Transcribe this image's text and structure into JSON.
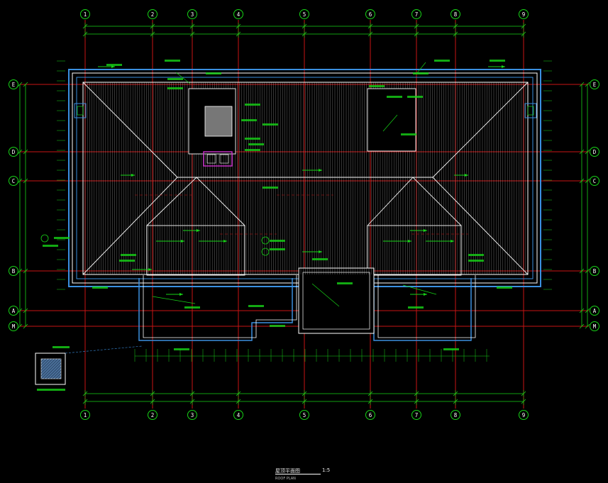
{
  "drawing": {
    "colors": {
      "background": "#000000",
      "grid_axis": "#c81414",
      "grid_bubble": "#17d317",
      "dimension": "#17d317",
      "wall": "#ffffff",
      "roof_hatch": "#cfcfcf",
      "gutter": "#3a8fe0",
      "annotation": "#17d317"
    },
    "column_axes": [
      "1",
      "2",
      "3",
      "4",
      "5",
      "6",
      "7",
      "8",
      "9"
    ],
    "row_axes": [
      "E",
      "D",
      "C",
      "B",
      "A",
      "M"
    ]
  },
  "title_block": {
    "title": "屋顶平面图",
    "scale": "1:5",
    "subtitle": "ROOF PLAN"
  }
}
